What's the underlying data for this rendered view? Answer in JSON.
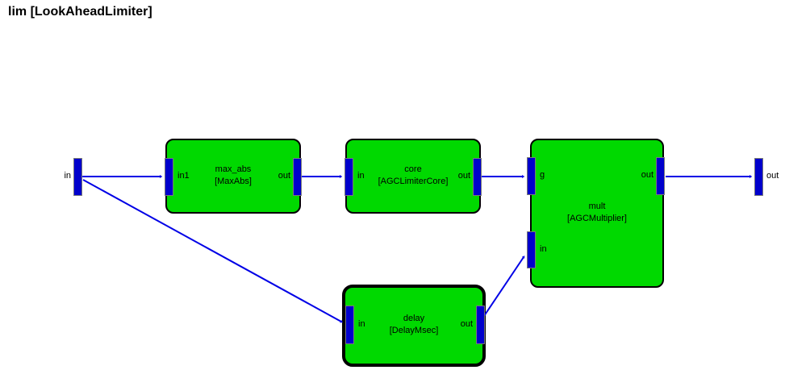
{
  "title": "lim [LookAheadLimiter]",
  "colors": {
    "block_fill": "#00D900",
    "block_border": "#000000",
    "port_fill": "#0000CC",
    "wire": "#0000E6",
    "background": "#FFFFFF",
    "text": "#000000"
  },
  "io": {
    "input_label": "in",
    "output_label": "out"
  },
  "blocks": {
    "max_abs": {
      "name": "max_abs",
      "type": "[MaxAbs]",
      "ports": {
        "in1": "in1",
        "out": "out"
      }
    },
    "core": {
      "name": "core",
      "type": "[AGCLimiterCore]",
      "ports": {
        "in": "in",
        "out": "out"
      }
    },
    "mult": {
      "name": "mult",
      "type": "[AGCMultiplier]",
      "ports": {
        "g": "g",
        "in": "in",
        "out": "out"
      }
    },
    "delay": {
      "name": "delay",
      "type": "[DelayMsec]",
      "selected": true,
      "ports": {
        "in": "in",
        "out": "out"
      }
    }
  },
  "connections": [
    {
      "from": "in",
      "to": "max_abs.in1"
    },
    {
      "from": "in",
      "to": "delay.in"
    },
    {
      "from": "max_abs.out",
      "to": "core.in"
    },
    {
      "from": "core.out",
      "to": "mult.g"
    },
    {
      "from": "delay.out",
      "to": "mult.in"
    },
    {
      "from": "mult.out",
      "to": "out"
    }
  ]
}
